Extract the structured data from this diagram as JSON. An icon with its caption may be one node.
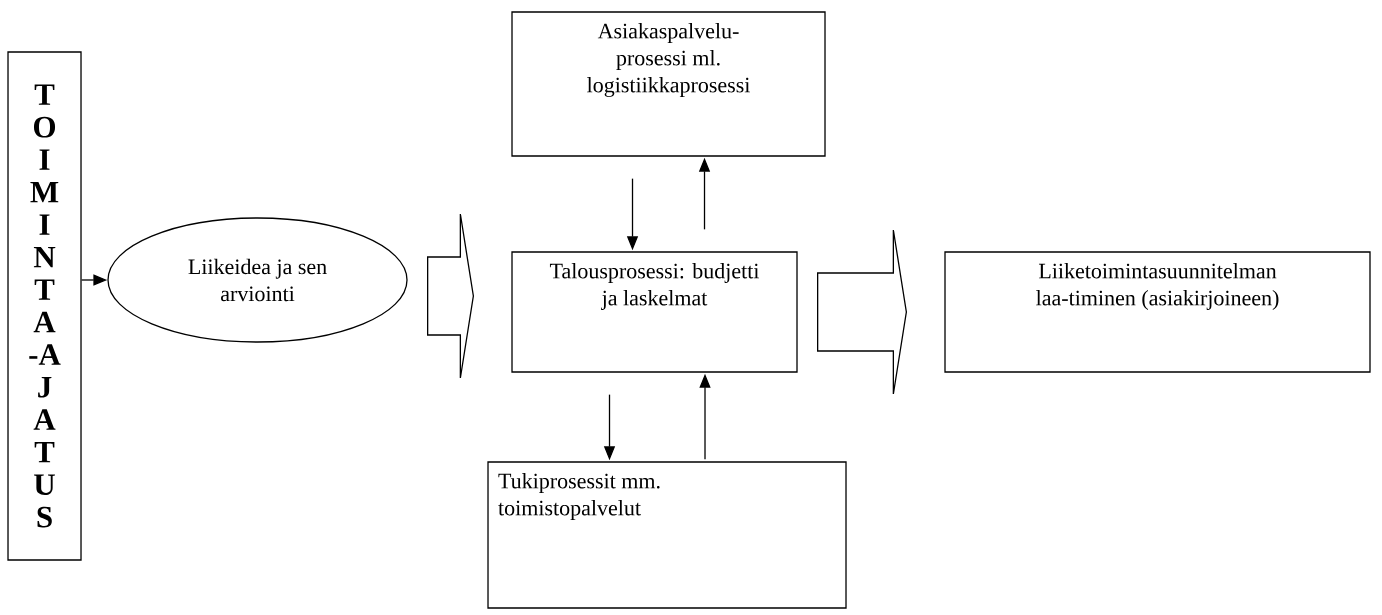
{
  "diagram": {
    "nodes": [
      {
        "text": [
          "TOIMINTA-AJATUS"
        ]
      },
      {
        "text": [
          "Liikeidea ja sen arviointi"
        ]
      },
      {
        "text": [
          "Asiakaspalvelu-prosessi ml. logistiikkaprosessi"
        ]
      },
      {
        "text": [
          "Talousprosessi: budjetti ja laskelmat"
        ]
      },
      {
        "text": [
          "Liiketoimintasuunnitelman laa-timinen (asiakirjoineen)"
        ]
      },
      {
        "text": [
          "Tukiprosessit mm. toimistopalvelut"
        ]
      }
    ],
    "edges": [
      {
        "from": 0,
        "to": 1,
        "arrow": "to"
      },
      {
        "from": 1,
        "to": 3,
        "arrow": "to",
        "style": "thick"
      },
      {
        "from": 2,
        "to": 3,
        "arrow": "to"
      },
      {
        "from": 3,
        "to": 2,
        "arrow": "to"
      },
      {
        "from": 3,
        "to": 4,
        "arrow": "to",
        "style": "thick"
      },
      {
        "from": 3,
        "to": 5,
        "arrow": "to"
      },
      {
        "from": 5,
        "to": 3,
        "arrow": "to"
      }
    ]
  }
}
